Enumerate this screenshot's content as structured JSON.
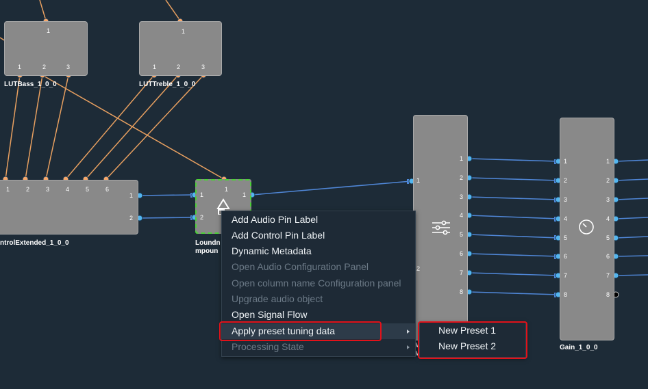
{
  "blocks": {
    "lut_bass": {
      "label": "LUTBass_1_0_0",
      "inputs": [
        "1"
      ],
      "outputs": [
        "1",
        "2",
        "3"
      ]
    },
    "lut_treble": {
      "label": "LUTTreble_1_0_0",
      "inputs": [
        "1"
      ],
      "outputs": [
        "1",
        "2",
        "3"
      ]
    },
    "control_extended": {
      "label": "ntrolExtended_1_0_0",
      "inputs": [
        "1",
        "2",
        "3",
        "4",
        "5",
        "6"
      ],
      "outputs": [
        "1",
        "2"
      ]
    },
    "loudness": {
      "label_line1": "Loundn",
      "label_line2": "mpoun",
      "inputs": [
        "1",
        "2"
      ],
      "top_pin": "1",
      "outputs": [
        "1"
      ]
    },
    "eq_block": {
      "label_line1": "M",
      "label_line2": "M",
      "inputs": [
        "1",
        "2"
      ],
      "outputs": [
        "1",
        "2",
        "3",
        "4",
        "5",
        "6",
        "7",
        "8"
      ]
    },
    "gain": {
      "label": "Gain_1_0_0",
      "inputs": [
        "1",
        "2",
        "3",
        "4",
        "5",
        "6",
        "7",
        "8"
      ],
      "outputs": [
        "1",
        "2",
        "3",
        "4",
        "5",
        "6",
        "7",
        "8"
      ]
    }
  },
  "context_menu": {
    "items": [
      {
        "label": "Add Audio Pin Label",
        "enabled": true
      },
      {
        "label": "Add Control Pin Label",
        "enabled": true
      },
      {
        "label": "Dynamic Metadata",
        "enabled": true
      },
      {
        "label": "Open Audio Configuration Panel",
        "enabled": false
      },
      {
        "label": "Open column name Configuration panel",
        "enabled": false
      },
      {
        "label": "Upgrade audio object",
        "enabled": false
      },
      {
        "label": "Open Signal Flow",
        "enabled": true
      },
      {
        "label": "Apply preset tuning data",
        "enabled": true,
        "submenu": true,
        "active": true
      },
      {
        "label": "Processing State",
        "enabled": false,
        "submenu": true
      }
    ]
  },
  "submenu": {
    "items": [
      {
        "label": "New Preset 1"
      },
      {
        "label": "New Preset 2"
      }
    ]
  },
  "colors": {
    "background": "#1d2b37",
    "block": "#898989",
    "control_wire": "#e8a060",
    "audio_wire": "#4f86d6",
    "audio_pin": "#52b6f0",
    "control_pin": "#f5a76a",
    "selection": "#4cd137",
    "highlight": "#e2121a"
  },
  "icons": {
    "loudness": "loudness-triangle-icon",
    "eq": "sliders-icon",
    "gain": "dial-icon"
  }
}
